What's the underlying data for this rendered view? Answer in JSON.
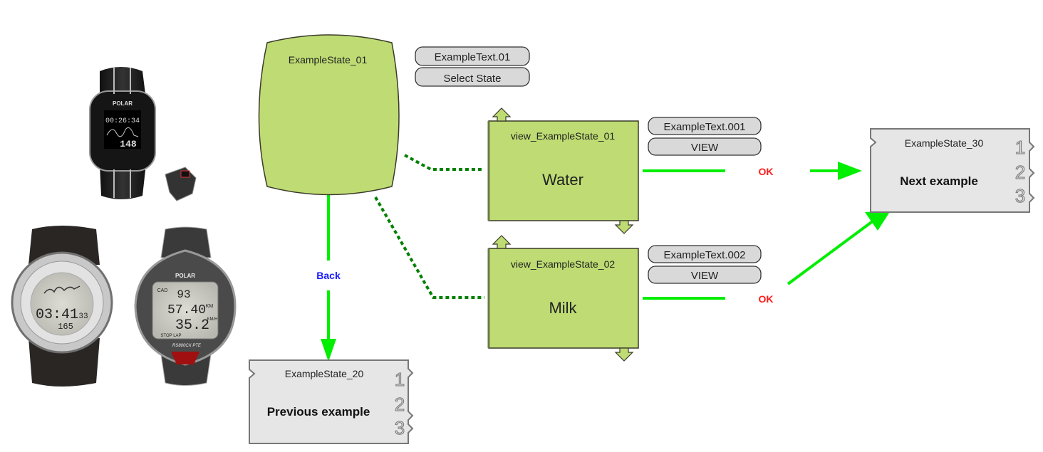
{
  "colors": {
    "state_fill": "#bedc73",
    "state_stroke": "#3a3a2a",
    "pill_fill": "#d9d9d9",
    "ref_fill": "#e6e6e6",
    "arrow_green": "#00ee00",
    "dotted_green": "#008000",
    "ok_red": "#ff1a1a",
    "back_blue": "#1a1aff"
  },
  "products": {
    "watch1": {
      "brand": "POLAR",
      "time": "00:26:34",
      "value": "148"
    },
    "watch2": {
      "time": "03:41",
      "seconds": "33",
      "value": "165"
    },
    "watch3": {
      "brand": "POLAR",
      "cad": "CAD",
      "cad_value": "93",
      "distance": "57.40",
      "distance_unit": "KM",
      "speed": "35.2",
      "speed_unit": "KM/H",
      "footer": "STOP  LAP",
      "model": "RS800CX PTE"
    }
  },
  "diagram": {
    "start_state": {
      "name": "ExampleState_01"
    },
    "start_pills": [
      "ExampleText.01",
      "Select State"
    ],
    "views": [
      {
        "name": "view_ExampleState_01",
        "label": "Water",
        "pills": [
          "ExampleText.001",
          "VIEW"
        ],
        "transition": "OK"
      },
      {
        "name": "view_ExampleState_02",
        "label": "Milk",
        "pills": [
          "ExampleText.002",
          "VIEW"
        ],
        "transition": "OK"
      }
    ],
    "back_transition": "Back",
    "prev_ref": {
      "name": "ExampleState_20",
      "label": "Previous example",
      "numbers": [
        "1",
        "2",
        "3"
      ]
    },
    "next_ref": {
      "name": "ExampleState_30",
      "label": "Next example",
      "numbers": [
        "1",
        "2",
        "3"
      ]
    }
  }
}
